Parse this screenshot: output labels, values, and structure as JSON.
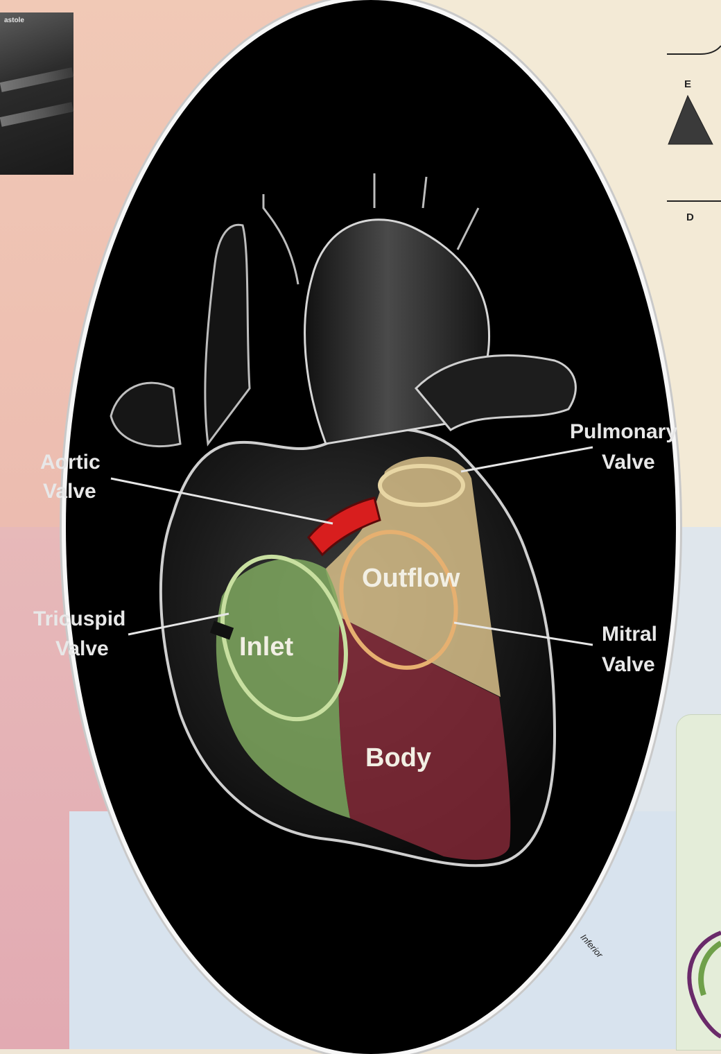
{
  "echo_thumbnail": {
    "label": "astole"
  },
  "doppler_panel": {
    "wave_label": "E",
    "letter_below": "D"
  },
  "corner_label": "Inferior",
  "valve_labels": {
    "aortic": [
      "Aortic",
      "Valve"
    ],
    "pulmonary": [
      "Pulmonary",
      "Valve"
    ],
    "tricuspid": [
      "Tricuspid",
      "Valve"
    ],
    "mitral": [
      "Mitral",
      "Valve"
    ]
  },
  "regions": {
    "outflow": "Outflow",
    "inlet": "Inlet",
    "body": "Body"
  },
  "colors": {
    "outflow": "#d8c08a",
    "inlet": "#7fa85f",
    "body": "#8a2a3a",
    "aortic_valve": "#d81e1e"
  }
}
